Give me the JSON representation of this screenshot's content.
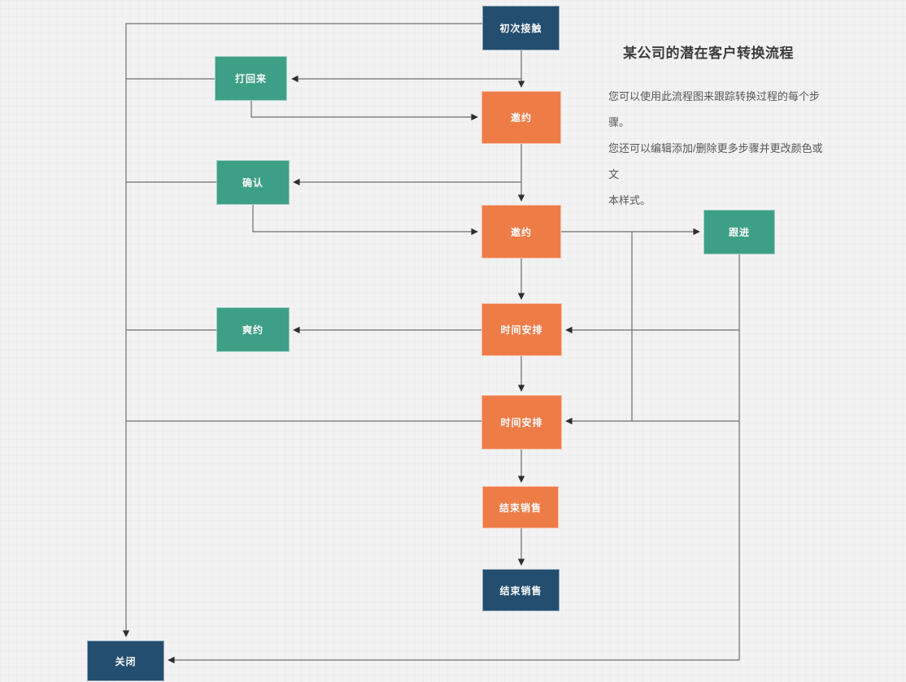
{
  "title": "某公司的潜在客户转换流程",
  "description": "您可以使用此流程图来跟踪转换过程的每个步骤。\n您还可以编辑添加/删除更多步骤并更改颜色或文\n本样式。",
  "nodes": {
    "first_contact": {
      "label": "初次接触",
      "color": "navy"
    },
    "call_back": {
      "label": "打回来",
      "color": "teal"
    },
    "invite1": {
      "label": "邀约",
      "color": "orange"
    },
    "confirm": {
      "label": "确认",
      "color": "teal"
    },
    "invite2": {
      "label": "邀约",
      "color": "orange"
    },
    "follow_up": {
      "label": "跟进",
      "color": "teal"
    },
    "no_show": {
      "label": "爽约",
      "color": "teal"
    },
    "schedule1": {
      "label": "时间安排",
      "color": "orange"
    },
    "schedule2": {
      "label": "时间安排",
      "color": "orange"
    },
    "close_sale1": {
      "label": "结束销售",
      "color": "orange"
    },
    "close_sale2": {
      "label": "结束销售",
      "color": "navy"
    },
    "closed": {
      "label": "关闭",
      "color": "navy"
    }
  },
  "edges": [
    {
      "from": "first_contact",
      "to": "invite1"
    },
    {
      "from": "first_contact",
      "to": "call_back"
    },
    {
      "from": "call_back",
      "to": "invite1"
    },
    {
      "from": "invite1",
      "to": "invite2"
    },
    {
      "from": "invite1",
      "to": "confirm"
    },
    {
      "from": "confirm",
      "to": "invite2"
    },
    {
      "from": "invite2",
      "to": "follow_up"
    },
    {
      "from": "invite2",
      "to": "schedule2"
    },
    {
      "from": "follow_up",
      "to": "schedule1"
    },
    {
      "from": "follow_up",
      "to": "schedule2"
    },
    {
      "from": "follow_up",
      "to": "closed"
    },
    {
      "from": "schedule1",
      "to": "no_show"
    },
    {
      "from": "schedule1",
      "to": "schedule2"
    },
    {
      "from": "schedule2",
      "to": "close_sale1"
    },
    {
      "from": "close_sale1",
      "to": "close_sale2"
    },
    {
      "from": "call_back",
      "to": "closed"
    },
    {
      "from": "confirm",
      "to": "closed"
    },
    {
      "from": "no_show",
      "to": "closed"
    },
    {
      "from": "schedule2",
      "to": "closed"
    }
  ],
  "colors": {
    "navy": "#234e6f",
    "orange": "#ee7c47",
    "teal": "#3e9f87",
    "line": "#6e6e6e",
    "arrow": "#2e2e2e",
    "title": "#3c3c3c",
    "body": "#565656"
  }
}
